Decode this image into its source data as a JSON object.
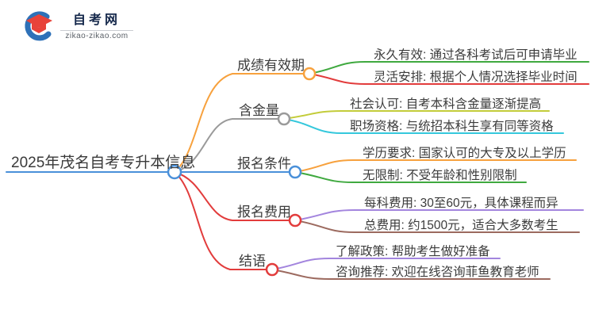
{
  "logo": {
    "name": "自考网",
    "domain": "zikao-zikao.com",
    "crescent_color": "#2e71b8",
    "cap_color": "#e8433a"
  },
  "palette": {
    "text": "#3c3c3c",
    "blue": "#4a90d9",
    "orange": "#f7a13d",
    "gray": "#9a9a9a",
    "red": "#e23c3c",
    "green": "#3fa93f",
    "olive": "#c3cc3a",
    "cyan": "#35c8dc",
    "purple": "#a385de",
    "brown": "#9c6a5f"
  },
  "mindmap": {
    "root": {
      "label": "2025年茂名自考专升本信息",
      "color": "#4a90d9"
    },
    "branches": [
      {
        "label": "成绩有效期",
        "color": "#f7a13d",
        "children": [
          {
            "label": "永久有效: 通过各科考试后可申请毕业",
            "color": "#3fa93f"
          },
          {
            "label": "灵活安排: 根据个人情况选择毕业时间",
            "color": "#e23c3c"
          }
        ]
      },
      {
        "label": "含金量",
        "color": "#9a9a9a",
        "children": [
          {
            "label": "社会认可: 自考本科含金量逐渐提高",
            "color": "#c3cc3a"
          },
          {
            "label": "职场资格: 与统招本科生享有同等资格",
            "color": "#35c8dc"
          }
        ]
      },
      {
        "label": "报名条件",
        "color": "#4a90d9",
        "children": [
          {
            "label": "学历要求: 国家认可的大专及以上学历",
            "color": "#f7a13d"
          },
          {
            "label": "无限制: 不受年龄和性别限制",
            "color": "#3fa93f"
          }
        ]
      },
      {
        "label": "报名费用",
        "color": "#e23c3c",
        "children": [
          {
            "label": "每科费用: 30至60元，具体课程而异",
            "color": "#a385de"
          },
          {
            "label": "总费用: 约1500元，适合大多数考生",
            "color": "#9c6a5f"
          }
        ]
      },
      {
        "label": "结语",
        "color": "#e23c3c",
        "children": [
          {
            "label": "了解政策: 帮助考生做好准备",
            "color": "#a385de"
          },
          {
            "label": "咨询推荐: 欢迎在线咨询菲鱼教育老师",
            "color": "#9c6a5f"
          }
        ]
      }
    ]
  }
}
